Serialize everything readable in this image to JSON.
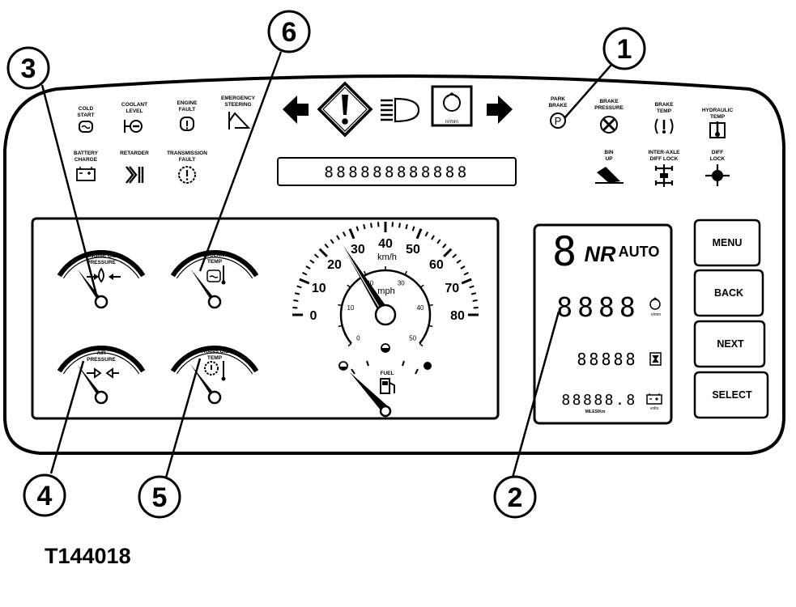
{
  "figure_id": "T144018",
  "callouts": [
    "1",
    "2",
    "3",
    "4",
    "5",
    "6"
  ],
  "indicators_left": [
    {
      "label": [
        "COLD",
        "START"
      ],
      "icon": "cold-start-icon"
    },
    {
      "label": [
        "COOLANT",
        "LEVEL"
      ],
      "icon": "coolant-level-icon"
    },
    {
      "label": [
        "ENGINE",
        "FAULT"
      ],
      "icon": "engine-fault-icon"
    },
    {
      "label": [
        "EMERGENCY",
        "STEERING"
      ],
      "icon": "emergency-steering-icon"
    },
    {
      "label": [
        "BATTERY",
        "CHARGE"
      ],
      "icon": "battery-charge-icon"
    },
    {
      "label": [
        "RETARDER"
      ],
      "icon": "retarder-icon"
    },
    {
      "label": [
        "TRANSMISSION",
        "FAULT"
      ],
      "icon": "transmission-fault-icon"
    }
  ],
  "indicators_right": [
    {
      "label": [
        "PARK",
        "BRAKE"
      ],
      "icon": "park-brake-icon",
      "symbol": "P"
    },
    {
      "label": [
        "BRAKE",
        "PRESSURE"
      ],
      "icon": "brake-pressure-icon"
    },
    {
      "label": [
        "BRAKE",
        "TEMP"
      ],
      "icon": "brake-temp-icon"
    },
    {
      "label": [
        "HYDRAULIC",
        "TEMP"
      ],
      "icon": "hydraulic-temp-icon"
    },
    {
      "label": [
        "BIN",
        "UP"
      ],
      "icon": "bin-up-icon"
    },
    {
      "label": [
        "INTER-AXLE",
        "DIFF LOCK"
      ],
      "icon": "inter-axle-diff-lock-icon"
    },
    {
      "label": [
        "DIFF",
        "LOCK"
      ],
      "icon": "diff-lock-icon"
    }
  ],
  "top_center": {
    "rpm_unit": "n/min",
    "message_display": "888888888888"
  },
  "gauges": [
    {
      "label": [
        "ENGINE OIL",
        "PRESSURE"
      ],
      "icon": "oil-pressure-icon"
    },
    {
      "label": [
        "COOLANT",
        "TEMP"
      ],
      "icon": "coolant-temp-icon"
    },
    {
      "label": [
        "AIR",
        "PRESSURE"
      ],
      "icon": "air-pressure-icon"
    },
    {
      "label": [
        "TRANS OIL",
        "TEMP"
      ],
      "icon": "trans-oil-temp-icon"
    }
  ],
  "speedometer": {
    "kmh_labels": [
      "0",
      "10",
      "20",
      "30",
      "40",
      "50",
      "60",
      "70",
      "80"
    ],
    "mph_labels": [
      "0",
      "10",
      "20",
      "30",
      "40",
      "50"
    ],
    "kmh_unit": "km/h",
    "mph_unit": "mph",
    "fuel_label": "FUEL"
  },
  "display": {
    "gear": "8",
    "range": "NR",
    "mode": "AUTO",
    "rpm": "8888",
    "rpm_unit": "n/min",
    "hours": "88888",
    "odometer": "88888.8",
    "odometer_unit": "MILES/Km",
    "volts_unit": "volts"
  },
  "buttons": [
    "MENU",
    "BACK",
    "NEXT",
    "SELECT"
  ]
}
